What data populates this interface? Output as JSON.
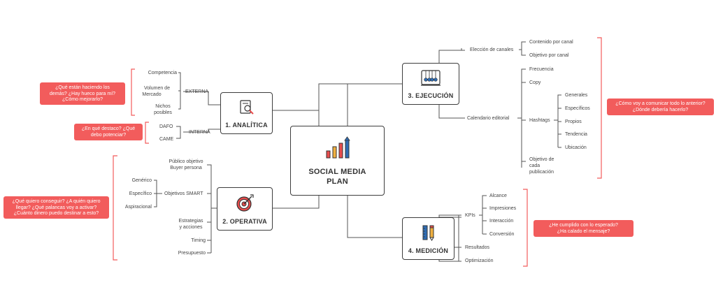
{
  "center": {
    "line1": "SOCIAL MEDIA",
    "line2": "PLAN"
  },
  "nodes": {
    "analitica": "1. ANALÍTICA",
    "operativa": "2. OPERATIVA",
    "ejecucion": "3. EJECUCIÓN",
    "medicion": "4. MEDICIÓN"
  },
  "analitica": {
    "externa": "EXTERNA",
    "interna": "INTERNA",
    "externa_items": [
      "Competencia",
      "Volumen de",
      "Mercado",
      "Nichos",
      "posibles"
    ],
    "interna_items": [
      "DAFO",
      "CAME"
    ]
  },
  "operativa": {
    "publico": "Público objetivo",
    "buyer": "Buyer persona",
    "smart": "Objetivos SMART",
    "smart_items": [
      "Genérico",
      "Específico",
      "Aspiracional"
    ],
    "estrategias1": "Estrategias",
    "estrategias2": "y acciones",
    "timing": "Timing",
    "presupuesto": "Presupuesto"
  },
  "ejecucion": {
    "eleccion": "Elección de canales",
    "contenido": "Contenido por canal",
    "objetivo_canal": "Objetivo por canal",
    "calendario": "Calendario editorial",
    "frecuencia": "Frecuencia",
    "copy": "Copy",
    "hashtags": "Hashtags",
    "hashtag_items": [
      "Generales",
      "Específicos",
      "Propios",
      "Tendencia",
      "Ubicación"
    ],
    "objetivo_pub": [
      "Objetivo de",
      "cada",
      "publicación"
    ]
  },
  "medicion": {
    "kpis": "KPIs",
    "kpi_items": [
      "Alcance",
      "Impresiones",
      "Interacción",
      "Conversión"
    ],
    "resultados": "Resultados",
    "optimizacion": "Optimización"
  },
  "questions": {
    "analitica_externa": [
      "¿Qué están haciendo los",
      "demás? ¿Hay hueco para mí?",
      "¿Cómo mejorarlo?"
    ],
    "analitica_interna": [
      "¿En qué destaco? ¿Qué",
      "debo potenciar?"
    ],
    "operativa": [
      "¿Qué quiero conseguir? ¿A quién quiero",
      "llegar? ¿Qué palancas voy a activar?",
      "¿Cuánto dinero puedo destinar a esto?"
    ],
    "ejecucion": [
      "¿Cómo voy a comunicar todo lo anterior?",
      "¿Dónde debería hacerlo?"
    ],
    "medicion": [
      "¿He cumplido con lo esperado?",
      "¿Ha calado el mensaje?"
    ]
  },
  "colors": {
    "accent_red": "#f25c5c",
    "line": "#555555",
    "bracket": "#f25c5c",
    "bar_red": "#e84c4c",
    "bar_blue": "#2f6db5"
  }
}
